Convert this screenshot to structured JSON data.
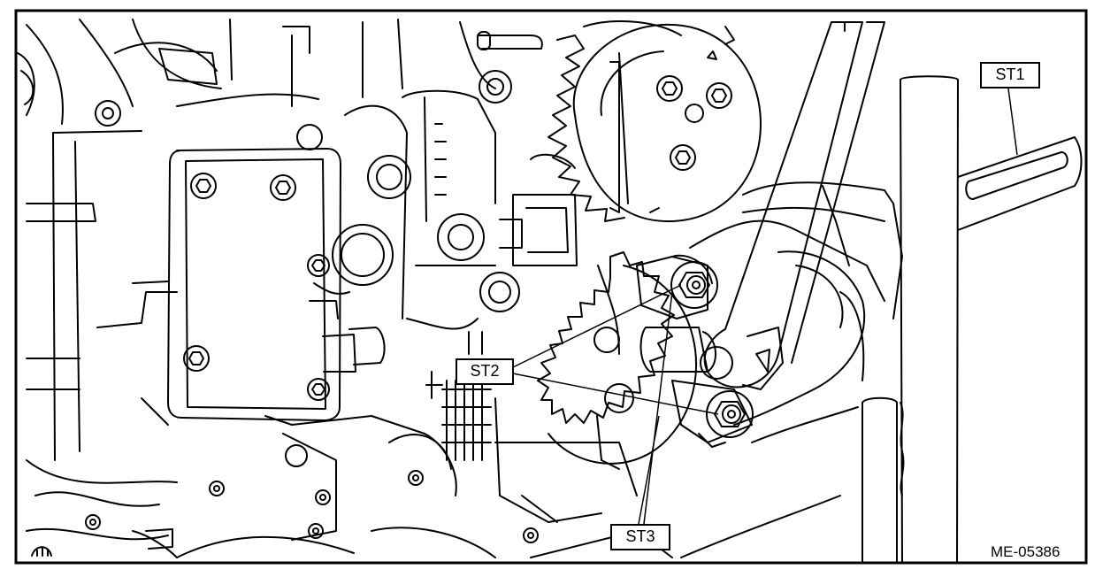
{
  "figure": {
    "id_label": "ME-05386",
    "callouts": {
      "st1": "ST1",
      "st2": "ST2",
      "st3": "ST3"
    }
  }
}
